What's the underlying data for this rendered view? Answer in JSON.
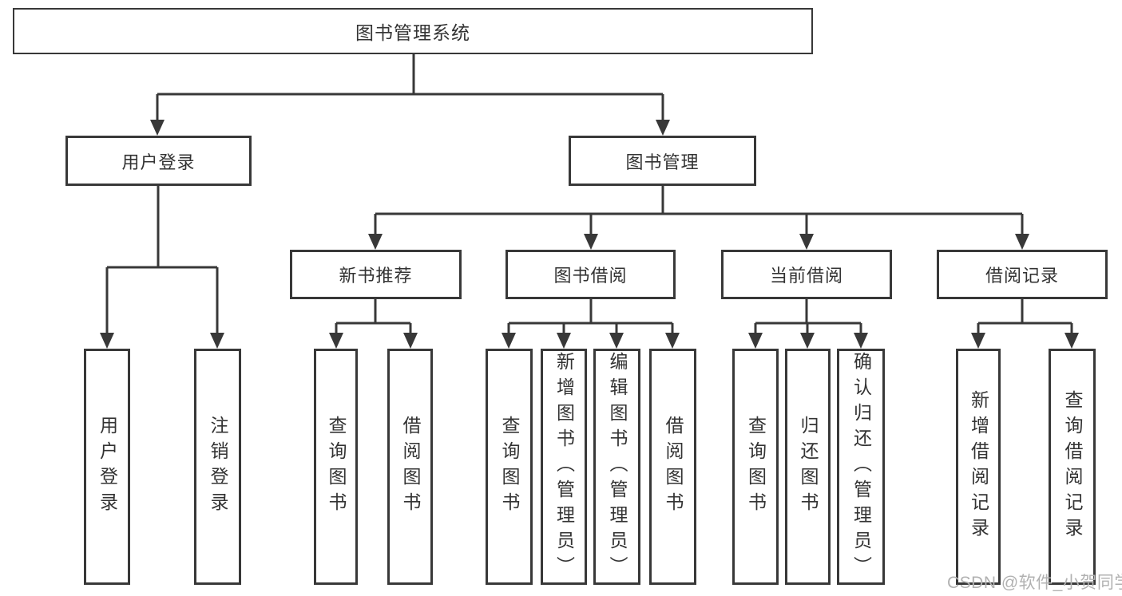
{
  "diagram": {
    "root": {
      "label": "图书管理系统"
    },
    "branches": [
      {
        "label": "用户登录",
        "leaves": [
          {
            "label": "用户登录"
          },
          {
            "label": "注销登录"
          }
        ]
      },
      {
        "label": "图书管理",
        "groups": [
          {
            "label": "新书推荐",
            "leaves": [
              {
                "label": "查询图书"
              },
              {
                "label": "借阅图书"
              }
            ]
          },
          {
            "label": "图书借阅",
            "leaves": [
              {
                "label": "查询图书"
              },
              {
                "label": "新增图书（管理员）"
              },
              {
                "label": "编辑图书（管理员）"
              },
              {
                "label": "借阅图书"
              }
            ]
          },
          {
            "label": "当前借阅",
            "leaves": [
              {
                "label": "查询图书"
              },
              {
                "label": "归还图书"
              },
              {
                "label": "确认归还（管理员）"
              }
            ]
          },
          {
            "label": "借阅记录",
            "leaves": [
              {
                "label": "新增借阅记录"
              },
              {
                "label": "查询借阅记录"
              }
            ]
          }
        ]
      }
    ]
  },
  "watermark": {
    "text": "CSDN @软件_小贺同学"
  },
  "colors": {
    "line": "#383838",
    "text": "#333333",
    "box_background": "#ffffff",
    "watermark": "#b1b1b1",
    "page_background": "#ffffff"
  }
}
